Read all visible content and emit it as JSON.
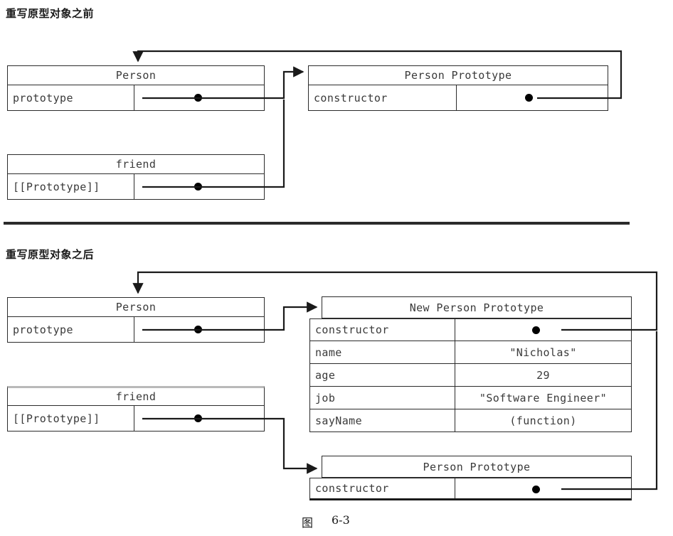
{
  "figure": {
    "caption_label": "图",
    "caption_number": "6-3"
  },
  "sections": [
    {
      "heading": "重写原型对象之前",
      "boxes": [
        {
          "name": "person-before",
          "title": "Person",
          "rows": [
            {
              "key": "prototype",
              "value": "",
              "pointer": true
            }
          ]
        },
        {
          "name": "person-prototype-before",
          "title": "Person Prototype",
          "rows": [
            {
              "key": "constructor",
              "value": "",
              "pointer": true
            }
          ]
        },
        {
          "name": "friend-before",
          "title": "friend",
          "rows": [
            {
              "key": "[[Prototype]]",
              "value": "",
              "pointer": true
            }
          ]
        }
      ]
    },
    {
      "heading": "重写原型对象之后",
      "boxes": [
        {
          "name": "person-after",
          "title": "Person",
          "rows": [
            {
              "key": "prototype",
              "value": "",
              "pointer": true
            }
          ]
        },
        {
          "name": "new-person-prototype",
          "title": "New Person Prototype",
          "rows": [
            {
              "key": "constructor",
              "value": "",
              "pointer": true
            },
            {
              "key": "name",
              "value": "\"Nicholas\"",
              "pointer": false
            },
            {
              "key": "age",
              "value": "29",
              "pointer": false
            },
            {
              "key": "job",
              "value": "\"Software Engineer\"",
              "pointer": false
            },
            {
              "key": "sayName",
              "value": "(function)",
              "pointer": false
            }
          ]
        },
        {
          "name": "friend-after",
          "title": "friend",
          "rows": [
            {
              "key": "[[Prototype]]",
              "value": "",
              "pointer": true
            }
          ]
        },
        {
          "name": "person-prototype-after",
          "title": "Person Prototype",
          "rows": [
            {
              "key": "constructor",
              "value": "",
              "pointer": true
            }
          ]
        }
      ]
    }
  ],
  "colors": {
    "line": "#2b2b2b",
    "text": "#3a3a3a",
    "heading": "#1a1a1a",
    "background": "#ffffff"
  }
}
